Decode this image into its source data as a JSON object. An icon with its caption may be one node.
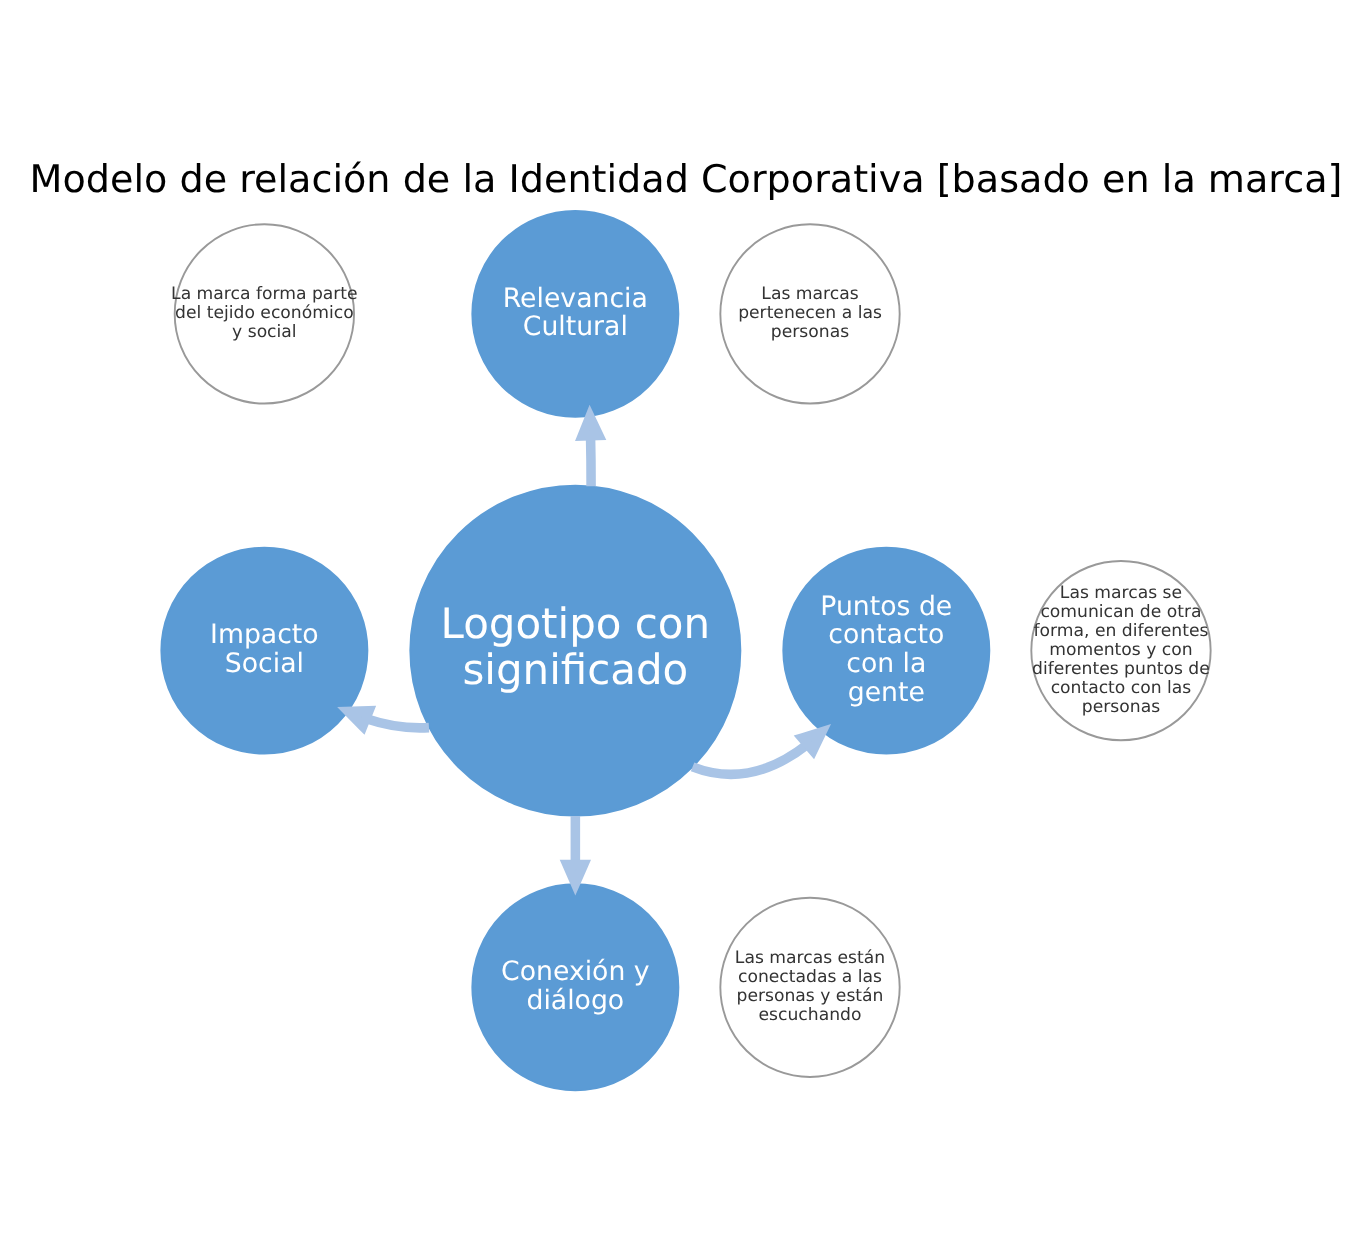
{
  "diagram": {
    "title": "Modelo de relación de la Identidad Corporativa [basado en la marca]",
    "nodes": [
      {
        "text": [
          "Relevancia Cultural"
        ]
      },
      {
        "text": [
          "Las marcas pertenecen a las personas"
        ]
      },
      {
        "text": [
          "La marca forma parte del tejido económico y social"
        ]
      },
      {
        "text": [
          "Impacto Social"
        ]
      },
      {
        "text": [
          "Logotipo con significado"
        ]
      },
      {
        "text": [
          "Puntos de contacto con la gente"
        ]
      },
      {
        "text": [
          "Las marcas se comunican de otra forma, en diferentes momentos y con diferentes puntos de contacto con las personas"
        ]
      },
      {
        "text": [
          "Conexión y diálogo"
        ]
      },
      {
        "text": [
          "Las marcas están conectadas a las personas y están escuchando"
        ]
      }
    ],
    "edges": [
      {
        "from": 4,
        "to": 0,
        "arrow": "to"
      },
      {
        "from": 4,
        "to": 3,
        "arrow": "to"
      },
      {
        "from": 4,
        "to": 5,
        "arrow": "to"
      },
      {
        "from": 4,
        "to": 7,
        "arrow": "to"
      }
    ]
  }
}
